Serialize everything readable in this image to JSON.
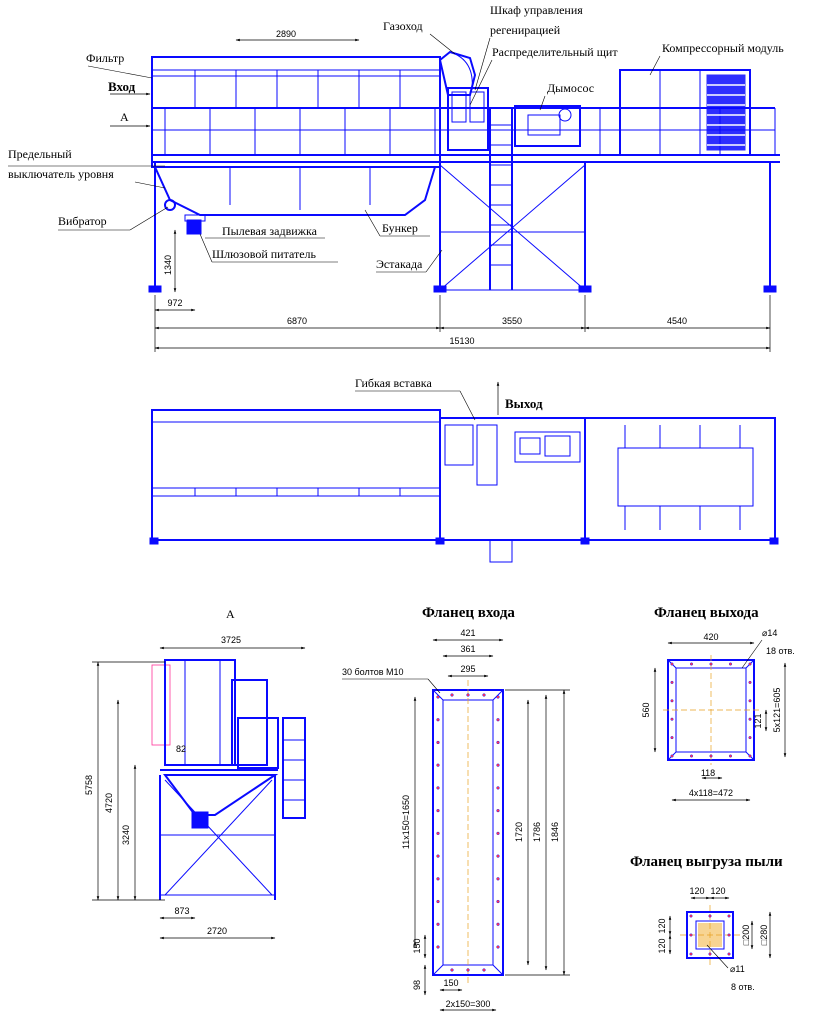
{
  "colors": {
    "drawing": "#0a0aff",
    "dims": "#000000",
    "axis": "#e8a020",
    "frame_highlight": "#ff3399"
  },
  "labels": {
    "filter": "Фильтр",
    "inlet": "Вход",
    "view_a_mark": "A",
    "level_switch_1": "Предельный",
    "level_switch_2": "выключатель уровня",
    "vibrator": "Вибратор",
    "dust_gate": "Пылевая задвижка",
    "rotary_feeder": "Шлюзовой питатель",
    "hopper": "Бункер",
    "trestle": "Эстакада",
    "gas_duct": "Газоход",
    "control_cabinet_1": "Шкаф управления",
    "control_cabinet_2": "регенирацией",
    "distribution_board": "Распределительный щит",
    "exhauster": "Дымосос",
    "compressor_module": "Компрессорный модуль",
    "flex_insert": "Гибкая вставка",
    "outlet": "Выход"
  },
  "elevation_dims": {
    "d2890": "2890",
    "d1340": "1340",
    "d972": "972",
    "d6870": "6870",
    "d3550": "3550",
    "d4540": "4540",
    "d15130": "15130"
  },
  "view_a": {
    "title": "А",
    "d3725": "3725",
    "d5758": "5758",
    "d4720": "4720",
    "d3240": "3240",
    "d82": "82",
    "d873": "873",
    "d2720": "2720"
  },
  "inlet_flange": {
    "title": "Фланец входа",
    "bolts": "30 болтов М10",
    "d421": "421",
    "d361": "361",
    "d295": "295",
    "d_pitch": "11x150=1650",
    "d1720": "1720",
    "d1786": "1786",
    "d1846": "1846",
    "d150v": "150",
    "d98": "98",
    "d150h": "150",
    "d2x150": "2x150=300"
  },
  "outlet_flange": {
    "title": "Фланец выхода",
    "d420": "420",
    "hole": "⌀14",
    "holes": "18 отв.",
    "d560": "560",
    "d121": "121",
    "d5x121": "5x121=605",
    "d118": "118",
    "d4x118": "4x118=472"
  },
  "dust_flange": {
    "title": "Фланец выгруза пыли",
    "d120a": "120",
    "d120b": "120",
    "d120c": "120",
    "d120d": "120",
    "d200": "□200",
    "d280": "□280",
    "hole": "⌀11",
    "holes": "8 отв."
  }
}
